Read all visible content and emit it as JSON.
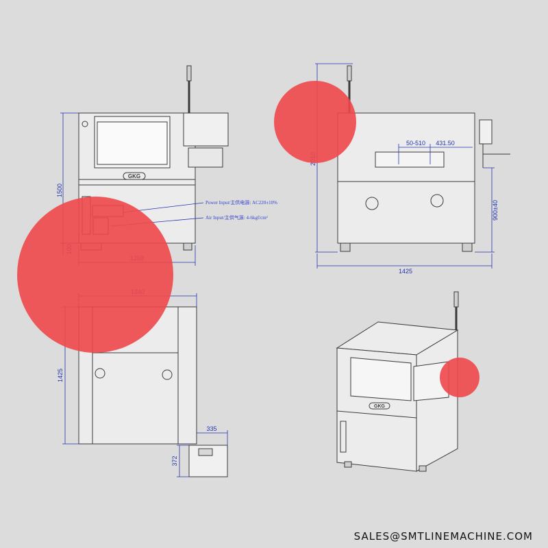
{
  "views": {
    "front": {
      "height_dim": "1500",
      "base_dim": "100",
      "width_dim": "1258"
    },
    "side": {
      "height_dim": "2010",
      "table_dim": "900±40",
      "width_dim": "1425",
      "range_label": "50-510",
      "offset_label": "431.50"
    },
    "top": {
      "width_dim": "1240",
      "depth_dim": "1425",
      "ext_width_dim": "335",
      "ext_depth_dim": "372"
    }
  },
  "callouts": {
    "power": "Power Input/主供电源: AC220±10%",
    "air": "Air Input/主供气源: 4-6kgf/cm²"
  },
  "brand": "GKG",
  "contact": "SALES@SMTLINEMACHINE.COM",
  "colors": {
    "background": "#dcdcdc",
    "highlight": "#f0484a",
    "dimension": "#2233aa",
    "line": "#3a3a3a"
  }
}
